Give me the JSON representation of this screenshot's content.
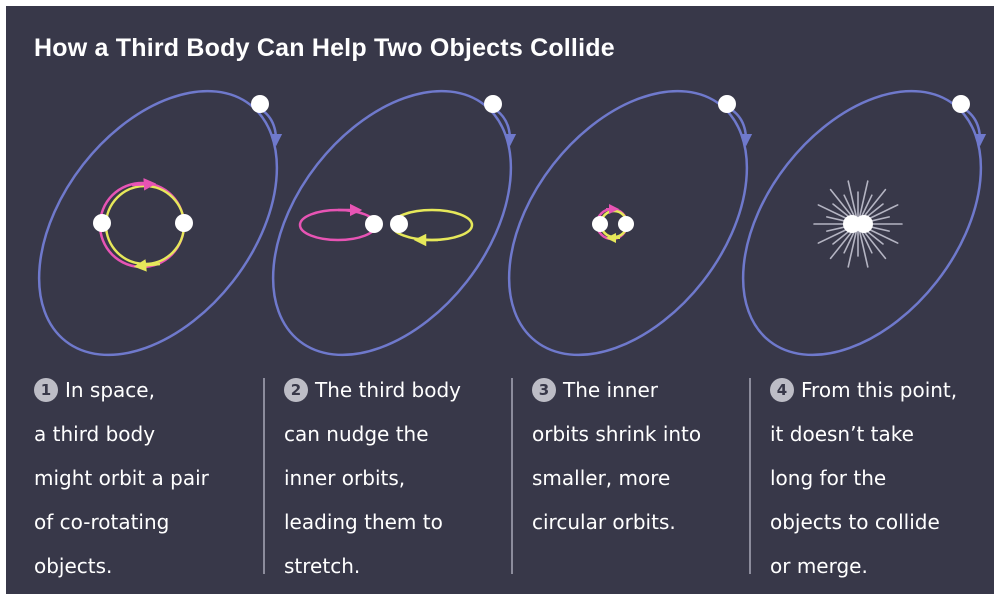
{
  "title": "How a Third Body Can Help Two Objects Collide",
  "colors": {
    "background": "#383849",
    "outer_orbit": "#6f79cc",
    "inner_orbit_pink": "#e754b4",
    "inner_orbit_yellow": "#e6e85a",
    "body": "#ffffff",
    "burst": "#b4b4c2"
  },
  "steps": [
    {
      "number": "1",
      "lines": [
        "In space,",
        "a third body",
        "might orbit a pair",
        "of co-rotating",
        "objects."
      ]
    },
    {
      "number": "2",
      "lines": [
        "The third body",
        "can nudge the",
        "inner orbits,",
        "leading them to",
        "stretch."
      ]
    },
    {
      "number": "3",
      "lines": [
        "The inner",
        "orbits shrink into",
        "smaller, more",
        "circular orbits."
      ]
    },
    {
      "number": "4",
      "lines": [
        "From this point,",
        "it doesn’t take",
        "long for the",
        "objects to collide",
        "or merge."
      ]
    }
  ]
}
